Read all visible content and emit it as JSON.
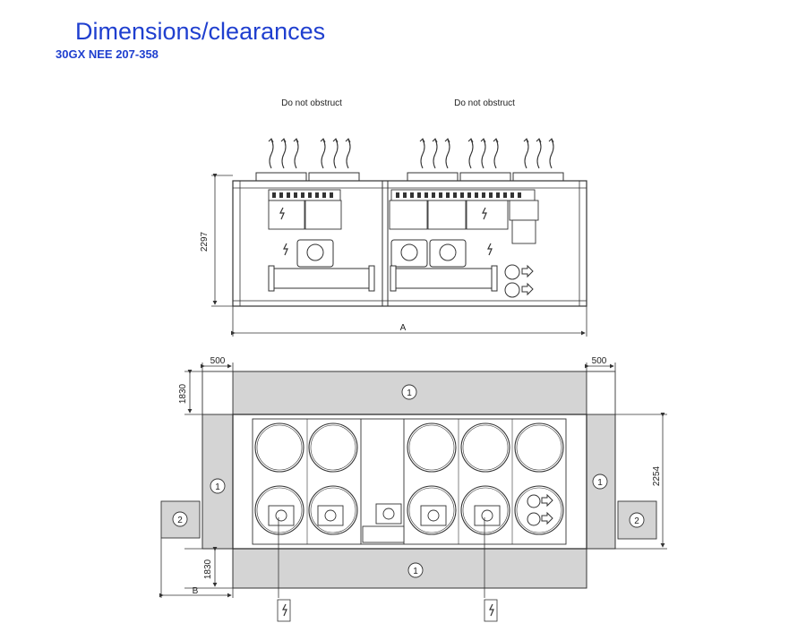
{
  "header": {
    "title": "Dimensions/clearances",
    "subtitle": "30GX NEE 207-358"
  },
  "side_view": {
    "notes": [
      "Do not obstruct",
      "Do not obstruct"
    ],
    "height_label": "2297",
    "length_label": "A"
  },
  "plan_view": {
    "clearance_left": "500",
    "clearance_right": "500",
    "clearance_top": "1830",
    "clearance_bottom": "1830",
    "width_label": "2254",
    "offset_label": "B",
    "zone_1": "1",
    "zone_2": "2"
  },
  "colors": {
    "title": "#1f3fcf",
    "clearance_zone": "#d4d4d4",
    "line": "#333333"
  },
  "icons": [
    "airflow-icon",
    "fan-icon",
    "electrical-hazard-icon",
    "water-inlet-icon",
    "water-outlet-icon"
  ]
}
